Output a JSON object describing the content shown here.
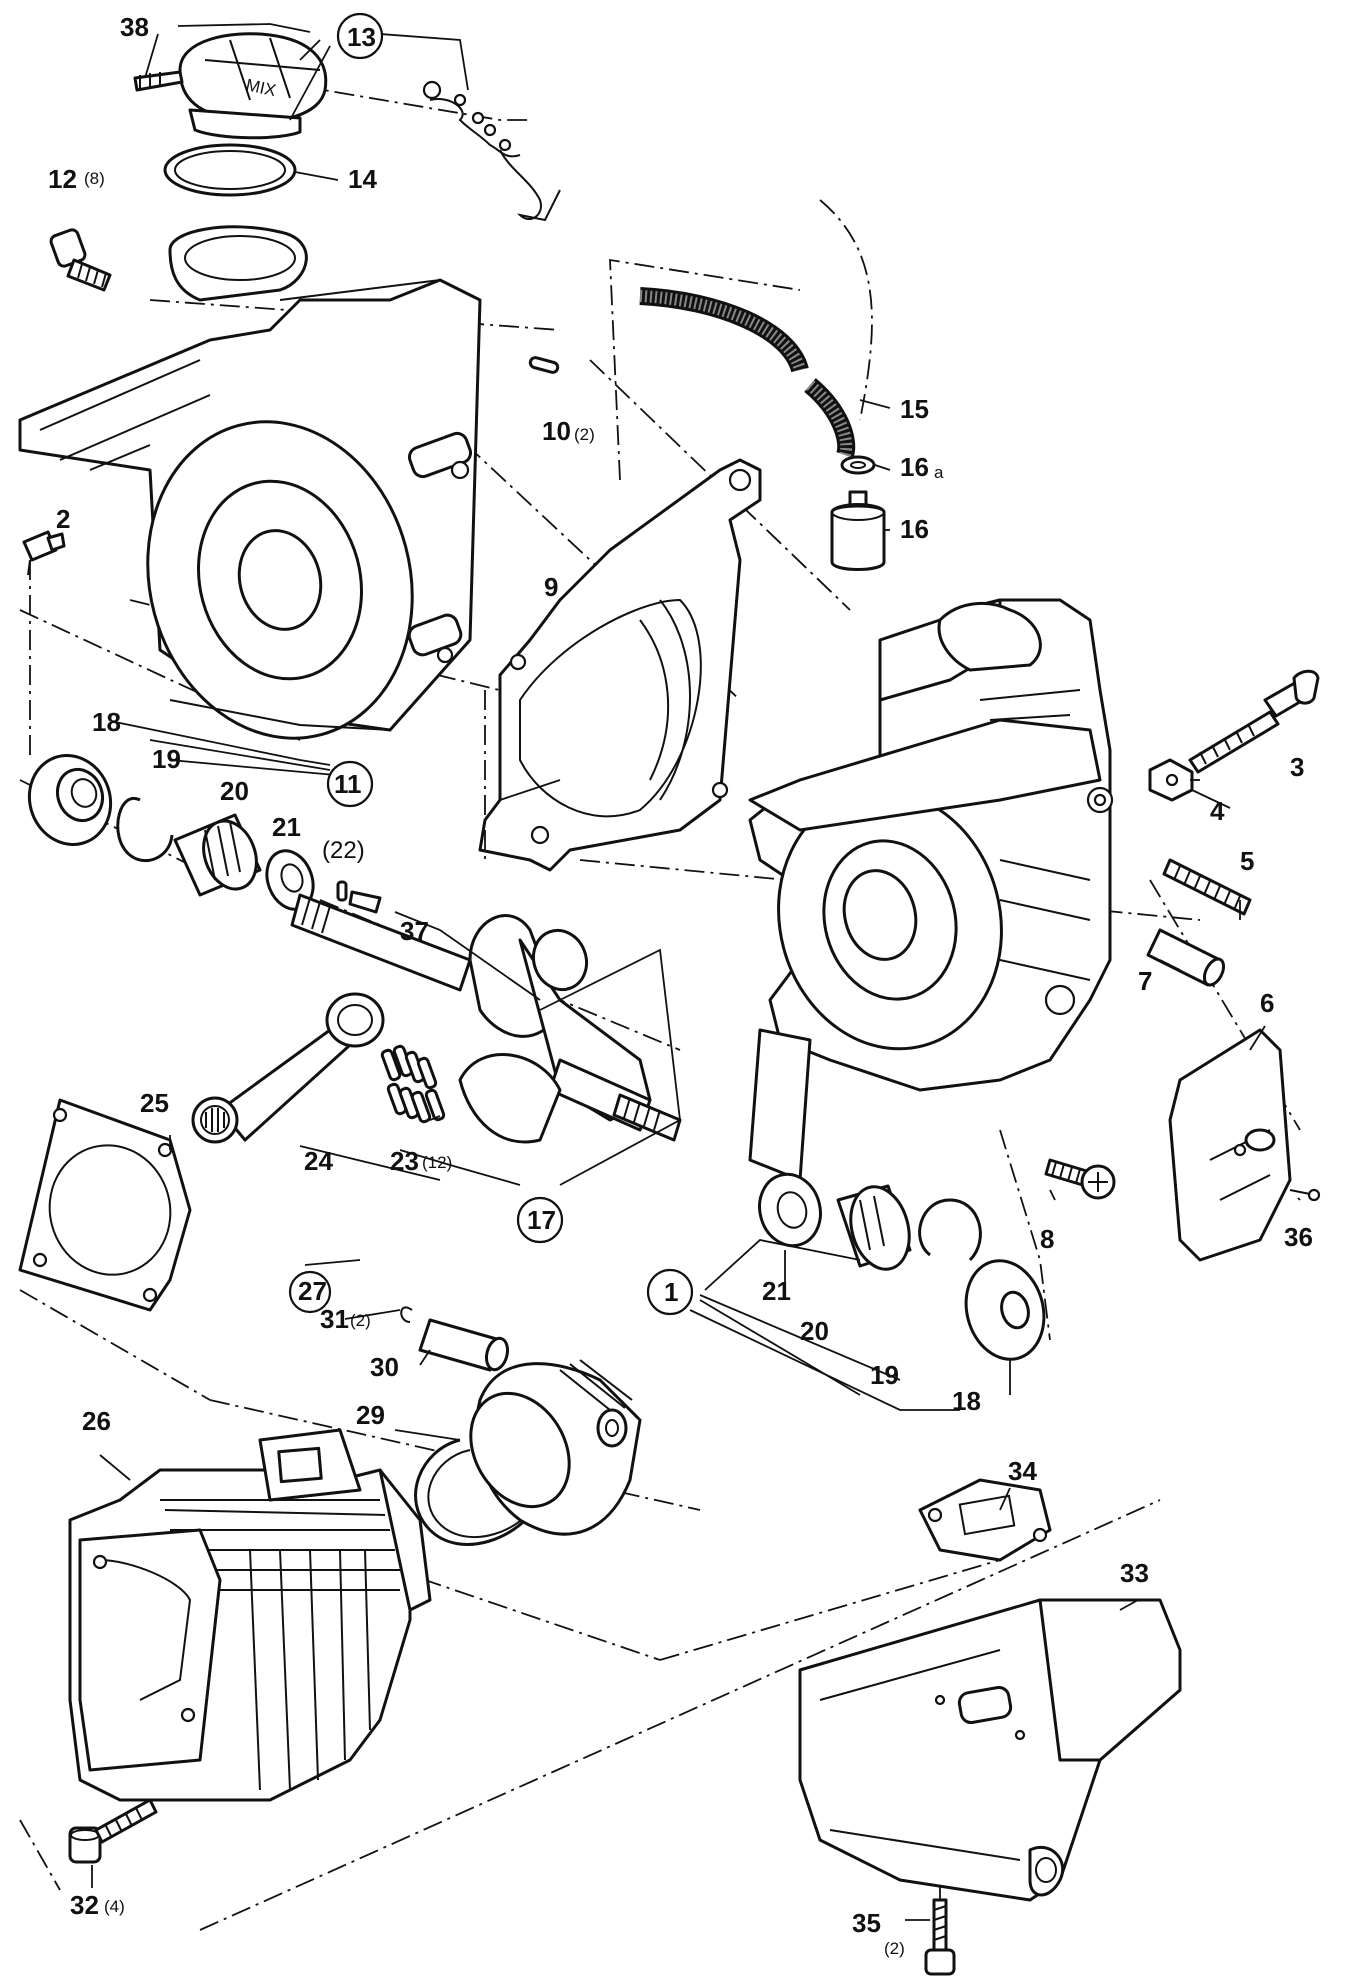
{
  "callouts": {
    "c1": {
      "num": "1",
      "qty": ""
    },
    "c2": {
      "num": "2",
      "qty": ""
    },
    "c3": {
      "num": "3",
      "qty": ""
    },
    "c4": {
      "num": "4",
      "qty": ""
    },
    "c5": {
      "num": "5",
      "qty": ""
    },
    "c6": {
      "num": "6",
      "qty": ""
    },
    "c7": {
      "num": "7",
      "qty": ""
    },
    "c8": {
      "num": "8",
      "qty": ""
    },
    "c9": {
      "num": "9",
      "qty": ""
    },
    "c10": {
      "num": "10",
      "qty": "(2)"
    },
    "c11": {
      "num": "11",
      "qty": ""
    },
    "c12": {
      "num": "12",
      "qty": "(8)"
    },
    "c13": {
      "num": "13",
      "qty": ""
    },
    "c14": {
      "num": "14",
      "qty": ""
    },
    "c15": {
      "num": "15",
      "qty": ""
    },
    "c16": {
      "num": "16",
      "qty": ""
    },
    "c16a": {
      "num": "16",
      "qty": "a"
    },
    "c17": {
      "num": "17",
      "qty": ""
    },
    "c18a": {
      "num": "18",
      "qty": ""
    },
    "c18b": {
      "num": "18",
      "qty": ""
    },
    "c19a": {
      "num": "19",
      "qty": ""
    },
    "c19b": {
      "num": "19",
      "qty": ""
    },
    "c20a": {
      "num": "20",
      "qty": ""
    },
    "c20b": {
      "num": "20",
      "qty": ""
    },
    "c21a": {
      "num": "21",
      "qty": ""
    },
    "c21b": {
      "num": "21",
      "qty": ""
    },
    "c22": {
      "num": "(22)",
      "qty": ""
    },
    "c23": {
      "num": "23",
      "qty": "(12)"
    },
    "c24": {
      "num": "24",
      "qty": ""
    },
    "c25": {
      "num": "25",
      "qty": ""
    },
    "c26": {
      "num": "26",
      "qty": ""
    },
    "c27": {
      "num": "27",
      "qty": ""
    },
    "c29": {
      "num": "29",
      "qty": ""
    },
    "c30": {
      "num": "30",
      "qty": ""
    },
    "c31": {
      "num": "31",
      "qty": "(2)"
    },
    "c32": {
      "num": "32",
      "qty": "(4)"
    },
    "c33": {
      "num": "33",
      "qty": ""
    },
    "c34": {
      "num": "34",
      "qty": ""
    },
    "c35": {
      "num": "35",
      "qty": "(2)"
    },
    "c36": {
      "num": "36",
      "qty": ""
    },
    "c37": {
      "num": "37",
      "qty": ""
    },
    "c38": {
      "num": "38",
      "qty": ""
    }
  },
  "cap_text": "MIX"
}
